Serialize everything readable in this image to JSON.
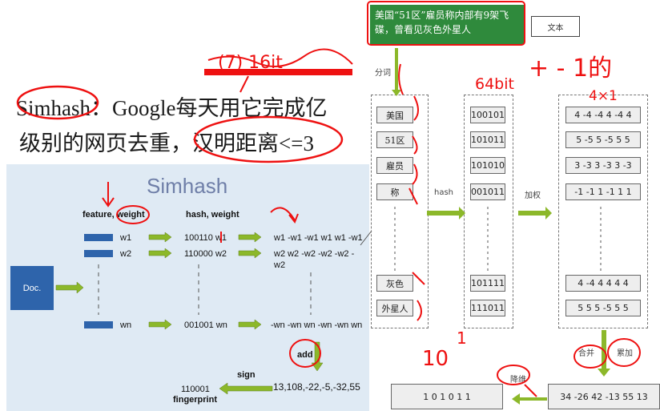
{
  "left": {
    "title_line1_en": "Simhash",
    "title_line1_cn": "：Google每天用它完成亿",
    "title_line2_cn": "级别的网页去重，",
    "title_line2_hl": "汉明距离<=3",
    "slide": {
      "title": "Simhash",
      "col1_header_a": "feature,",
      "col1_header_b": "weight",
      "col2_header": "hash, weight",
      "doc_label": "Doc.",
      "row1_w": "w1",
      "row1_hash": "100110 w1",
      "row1_out": "w1 -w1 -w1 w1 w1 -w1",
      "row2_w": "w2",
      "row2_hash": "110000 w2",
      "row2_out": "w2 w2 -w2 -w2 -w2 -",
      "row2_out2": "w2",
      "rown_w": "wn",
      "rown_hash": "001001 wn",
      "rown_out": "-wn -wn wn -wn -wn wn",
      "add_label": "add",
      "sum_values": "13,108,-22,-5,-32,55",
      "sign_label": "sign",
      "fingerprint_value": "110001",
      "fingerprint_label": "fingerprint"
    },
    "handwriting": {
      "top_scribble": "(7)  16it",
      "check": "√"
    }
  },
  "right": {
    "top_box": "美国“51区”雇员称内部有9架飞碟，曾看见灰色外星人",
    "text_box": "文本",
    "fenci_label": "分词",
    "hash_label": "hash",
    "jiaquan_label": "加权",
    "words": [
      "美国",
      "51区",
      "雇员",
      "称",
      "灰色",
      "外星人"
    ],
    "hashes": [
      "100101",
      "101011",
      "101010",
      "001011",
      "101111",
      "111011"
    ],
    "weighted": [
      "4 -4 -4 4 -4 4",
      "5 -5 5 -5 5 5",
      "3 -3 3 -3 3 -3",
      "-1 -1 1 -1 1 1",
      "4 -4 4 4 4 4",
      "5 5 5 -5 5 5"
    ],
    "hebing_label": "合并",
    "leijia_label": "累加",
    "jiangwei_label": "降维",
    "sum_box": "34 -26 42 -13 55 13",
    "final_box": "1 0   1 0 1 1",
    "handwriting": {
      "bits_note": "64bit",
      "plus_minus": "+ - 1的",
      "dims": "4×1",
      "ten": "10",
      "one": "1"
    }
  }
}
